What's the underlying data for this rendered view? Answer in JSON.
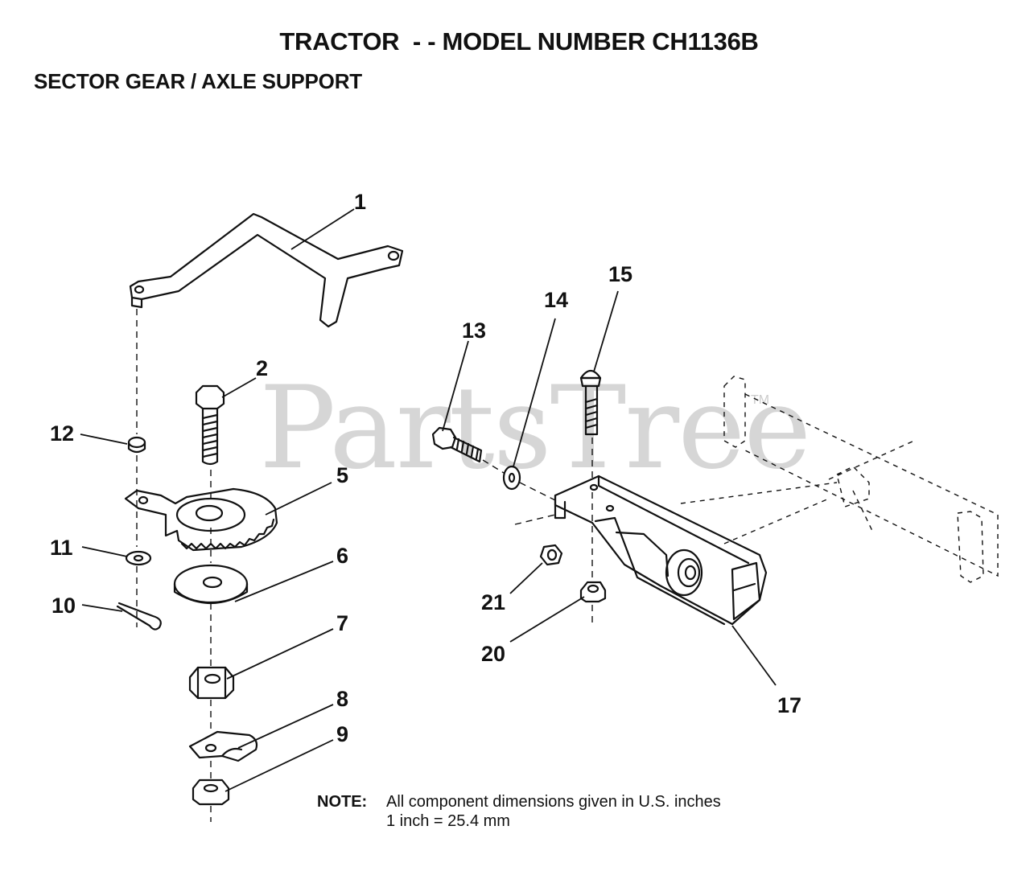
{
  "header": {
    "title": "TRACTOR  - - MODEL NUMBER CH1136B",
    "subtitle": "SECTOR GEAR / AXLE SUPPORT"
  },
  "watermark": {
    "text": "PartsTree",
    "tm": "TM"
  },
  "callouts": [
    "1",
    "2",
    "5",
    "6",
    "7",
    "8",
    "9",
    "10",
    "11",
    "12",
    "13",
    "14",
    "15",
    "17",
    "20",
    "21"
  ],
  "note": {
    "label": "NOTE:",
    "line1": "All component dimensions given in U.S. inches",
    "line2": "1 inch = 25.4 mm"
  },
  "colors": {
    "ink": "#111111",
    "watermark": "#d6d6d6",
    "background": "#ffffff"
  }
}
